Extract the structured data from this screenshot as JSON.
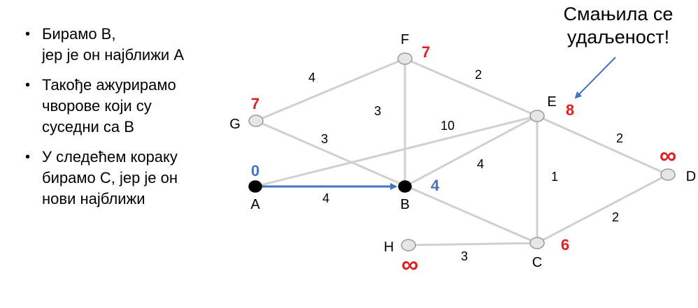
{
  "bullets": [
    {
      "lines": [
        "Бирамо B,",
        "јер је он најближи А"
      ]
    },
    {
      "lines": [
        "Такође ажурирамо",
        "чворове који су",
        "суседни са B"
      ]
    },
    {
      "lines": [
        "У следећем кораку",
        "бирамо C, јер је он",
        "нови најближи"
      ]
    }
  ],
  "callout": {
    "lines": [
      "Смањила се",
      "удаљеност!"
    ]
  },
  "colors": {
    "edge": "#d0d0d0",
    "node_fill": "#e6e6e6",
    "node_visited": "#000000",
    "distance_red": "#e02020",
    "distance_blue": "#4472c4",
    "arrow": "#4472c4"
  },
  "nodes": [
    {
      "id": "F",
      "label": "F",
      "distance": "7",
      "state": "unvisited"
    },
    {
      "id": "G",
      "label": "G",
      "distance": "7",
      "state": "unvisited"
    },
    {
      "id": "E",
      "label": "E",
      "distance": "8",
      "state": "unvisited"
    },
    {
      "id": "D",
      "label": "D",
      "distance": "∞",
      "state": "unvisited"
    },
    {
      "id": "A",
      "label": "A",
      "distance": "0",
      "state": "visited"
    },
    {
      "id": "B",
      "label": "B",
      "distance": "4",
      "state": "visited"
    },
    {
      "id": "H",
      "label": "H",
      "distance": "∞",
      "state": "unvisited"
    },
    {
      "id": "C",
      "label": "C",
      "distance": "6",
      "state": "unvisited"
    }
  ],
  "edges": [
    {
      "from": "G",
      "to": "F",
      "weight": "4"
    },
    {
      "from": "F",
      "to": "E",
      "weight": "2"
    },
    {
      "from": "F",
      "to": "B",
      "weight": "3"
    },
    {
      "from": "G",
      "to": "C",
      "weight": "3"
    },
    {
      "from": "A",
      "to": "E",
      "weight": "10"
    },
    {
      "from": "B",
      "to": "E",
      "weight": "4"
    },
    {
      "from": "E",
      "to": "C",
      "weight": "1"
    },
    {
      "from": "E",
      "to": "D",
      "weight": "2"
    },
    {
      "from": "C",
      "to": "D",
      "weight": "2"
    },
    {
      "from": "H",
      "to": "C",
      "weight": "3"
    },
    {
      "from": "A",
      "to": "B",
      "weight": "4",
      "highlight": true
    }
  ]
}
